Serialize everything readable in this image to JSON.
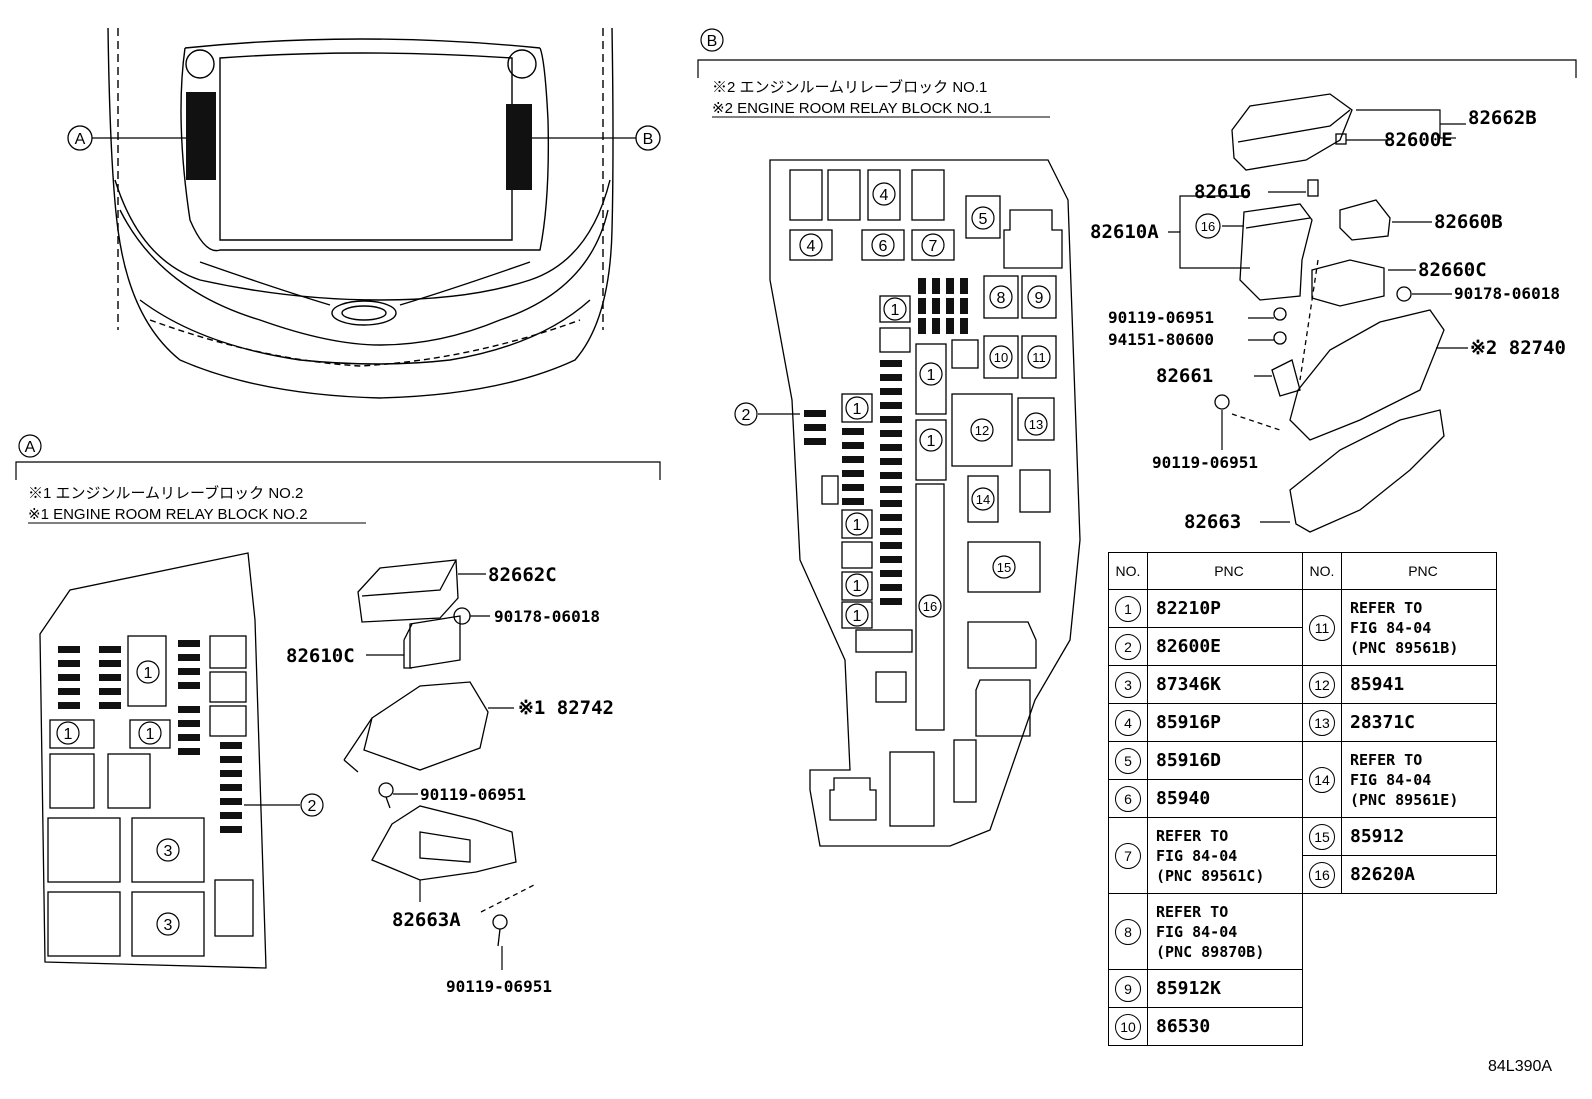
{
  "section_a": {
    "label": "A",
    "note_jp": "※1 エンジンルームリレーブロック NO.2",
    "note_en": "※1 ENGINE ROOM RELAY BLOCK NO.2"
  },
  "section_b": {
    "label": "B",
    "note_jp": "※2 エンジンルームリレーブロック NO.1",
    "note_en": "※2 ENGINE ROOM RELAY BLOCK NO.1"
  },
  "callouts": {
    "a_top": "A",
    "b_top": "B",
    "a_num2": "2",
    "b_num2": "2"
  },
  "parts_a": {
    "p82662C": "82662C",
    "p90178": "90178-06018",
    "p82610C": "82610C",
    "p82742": "※1 82742",
    "p90119a": "90119-06951",
    "p82663A": "82663A",
    "p90119b": "90119-06951"
  },
  "parts_b": {
    "p82662B": "82662B",
    "p82600E": "82600E",
    "p82616": "82616",
    "p82610A": "82610A",
    "p82660B": "82660B",
    "p82660C": "82660C",
    "p90119a": "90119-06951",
    "p90178": "90178-06018",
    "p94151": "94151-80600",
    "p82740": "※2 82740",
    "p82661": "82661",
    "p90119b": "90119-06951",
    "p82663": "82663",
    "p16": "16"
  },
  "relay_a_nums": [
    "1",
    "1",
    "1",
    "3",
    "3"
  ],
  "relay_b_nums": [
    "4",
    "5",
    "4",
    "6",
    "7",
    "1",
    "8",
    "9",
    "10",
    "11",
    "1",
    "12",
    "13",
    "1",
    "1",
    "14",
    "1",
    "1",
    "1",
    "15",
    "16"
  ],
  "table": {
    "header_no": "NO.",
    "header_pnc": "PNC",
    "left": [
      {
        "no": "1",
        "pnc": "82210P"
      },
      {
        "no": "2",
        "pnc": "82600E"
      },
      {
        "no": "3",
        "pnc": "87346K"
      },
      {
        "no": "4",
        "pnc": "85916P"
      },
      {
        "no": "5",
        "pnc": "85916D"
      },
      {
        "no": "6",
        "pnc": "85940"
      },
      {
        "no": "7",
        "pnc": "REFER TO\nFIG 84-04\n(PNC 89561C)"
      },
      {
        "no": "8",
        "pnc": "REFER TO\nFIG 84-04\n(PNC 89870B)"
      },
      {
        "no": "9",
        "pnc": "85912K"
      },
      {
        "no": "10",
        "pnc": "86530"
      }
    ],
    "right": [
      {
        "no": "11",
        "pnc": "REFER TO\nFIG 84-04\n(PNC 89561B)"
      },
      {
        "no": "12",
        "pnc": "85941"
      },
      {
        "no": "13",
        "pnc": "28371C"
      },
      {
        "no": "14",
        "pnc": "REFER TO\nFIG 84-04\n(PNC 89561E)"
      },
      {
        "no": "15",
        "pnc": "85912"
      },
      {
        "no": "16",
        "pnc": "82620A"
      }
    ]
  },
  "figure_code": "84L390A"
}
